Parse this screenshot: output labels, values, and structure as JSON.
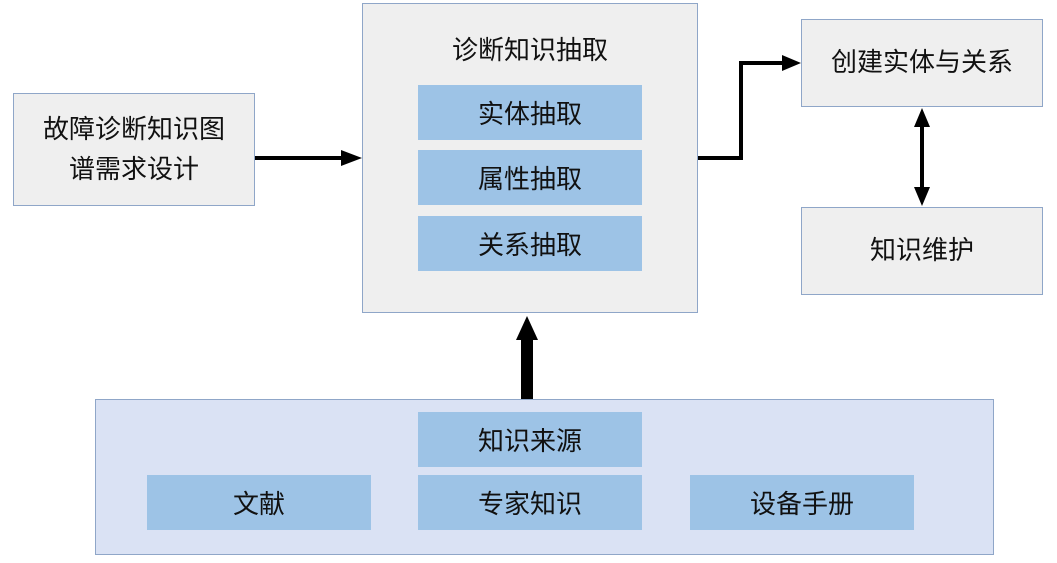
{
  "requirement_box": {
    "label_line1": "故障诊断知识图",
    "label_line2": "谱需求设计"
  },
  "extraction_box": {
    "title": "诊断知识抽取",
    "items": [
      {
        "label": "实体抽取"
      },
      {
        "label": "属性抽取"
      },
      {
        "label": "关系抽取"
      }
    ]
  },
  "create_box": {
    "label": "创建实体与关系"
  },
  "maintenance_box": {
    "label": "知识维护"
  },
  "source_panel": {
    "title": "知识来源",
    "items": [
      {
        "label": "文献"
      },
      {
        "label": "专家知识"
      },
      {
        "label": "设备手册"
      }
    ]
  },
  "colors": {
    "box_fill": "#efefef",
    "box_border": "#8fa6c8",
    "inner_fill": "#9dc3e6",
    "panel_fill": "#dae2f4",
    "arrow": "#000000"
  }
}
